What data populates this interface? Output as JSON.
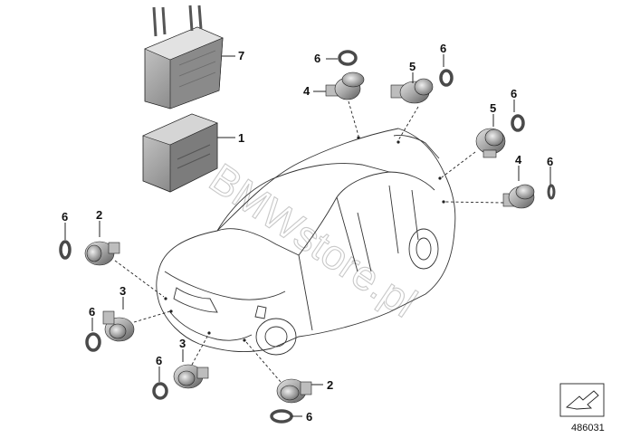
{
  "watermark": "BMWstore.pl",
  "reference_number": "486031",
  "callouts": {
    "c7": "7",
    "c1": "1",
    "c6_top": "6",
    "c4_top": "4",
    "c5_top": "5",
    "c6_topright": "6",
    "c5_right": "5",
    "c6_right": "6",
    "c4_right": "4",
    "c6_farright": "6",
    "c6_left": "6",
    "c2_left": "2",
    "c3_left": "3",
    "c6_leftlow": "6",
    "c3_bottom": "3",
    "c6_bottom": "6",
    "c2_bottom": "2",
    "c6_bottomright": "6"
  },
  "colors": {
    "line": "#222222",
    "part_light": "#d9d9d9",
    "part_mid": "#9c9c9c",
    "part_dark": "#5e5e5e",
    "watermark": "#c9c9c9"
  }
}
